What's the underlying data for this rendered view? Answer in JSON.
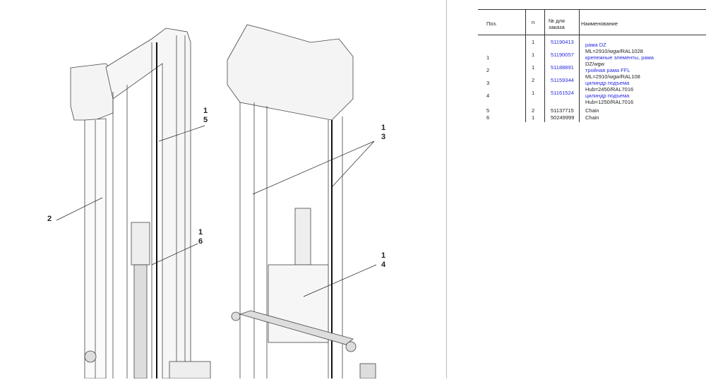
{
  "callouts": [
    {
      "id": "c15",
      "top": "1",
      "bottom": "5"
    },
    {
      "id": "c2",
      "top": "2"
    },
    {
      "id": "c16",
      "top": "1",
      "bottom": "6"
    },
    {
      "id": "c13",
      "top": "1",
      "bottom": "3"
    },
    {
      "id": "c14",
      "top": "1",
      "bottom": "4"
    }
  ],
  "table": {
    "headers": {
      "pos": "Поз.",
      "n": "n",
      "order": "№ для заказа",
      "name": "Наименование"
    },
    "rows": [
      {
        "pos": "",
        "n": "1",
        "order": "51190413",
        "name": "рама DZ",
        "name2": "ML=2910/wgw/RAL1028",
        "link": true
      },
      {
        "pos": "1",
        "n": "1",
        "order": "51190057",
        "name": "крепежные элементы, рама",
        "name2": "DZ/wgw",
        "link": true
      },
      {
        "pos": "2",
        "n": "1",
        "order": "51188891",
        "name": "тройная рама FFL",
        "name2": "ML=2910/wgw/RAL108",
        "link": true
      },
      {
        "pos": "3",
        "n": "2",
        "order": "51159344",
        "name": "цилиндр подъема",
        "name2": "Hub=2450/RAL7016",
        "link": true
      },
      {
        "pos": "4",
        "n": "1",
        "order": "51161524",
        "name": "цилиндр подъема",
        "name2": "Hub=1250/RAL7016",
        "link": true
      },
      {
        "pos": "5",
        "n": "2",
        "order": "51137715",
        "name": "Chain",
        "link": false
      },
      {
        "pos": "6",
        "n": "1",
        "order": "50249999",
        "name": "Chain",
        "link": false
      }
    ],
    "colors": {
      "link": "#2a2ae0",
      "text": "#222222"
    }
  }
}
